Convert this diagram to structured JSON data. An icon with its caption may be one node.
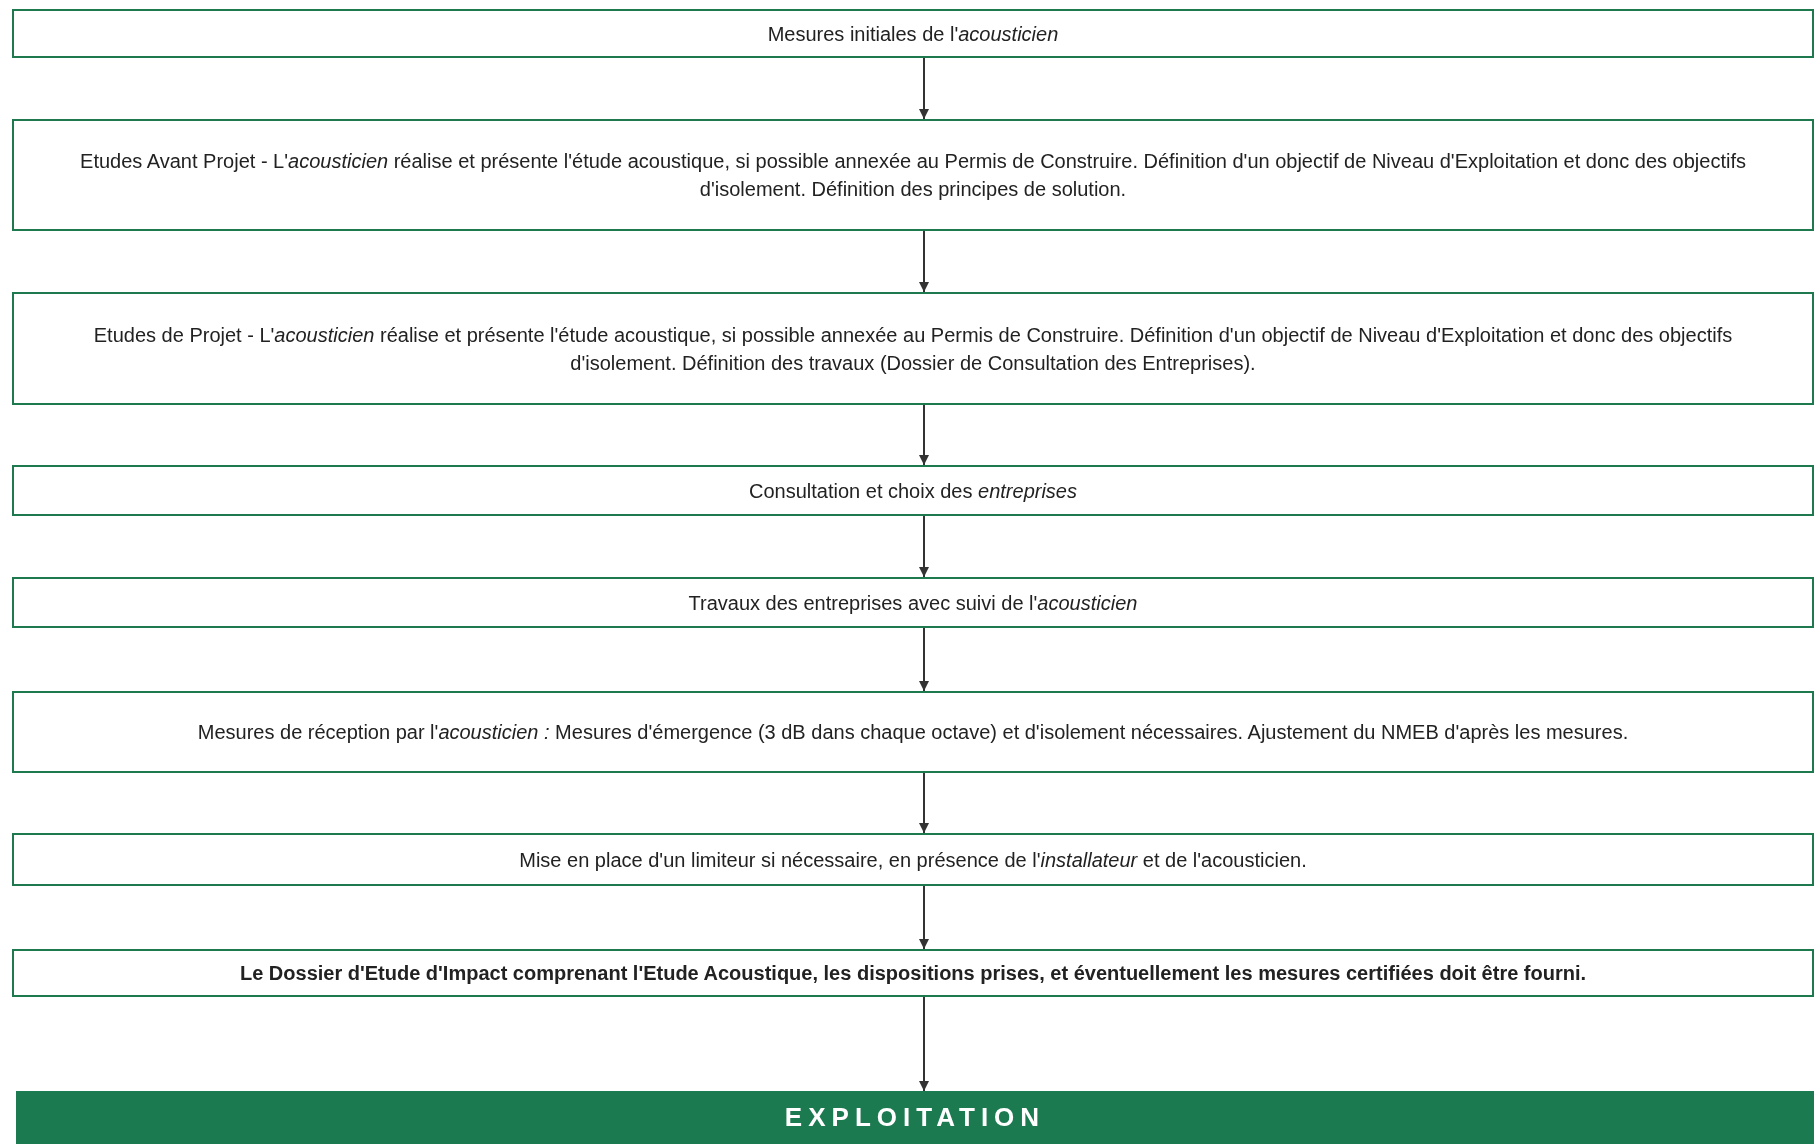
{
  "diagram": {
    "nodes": [
      {
        "text": [
          "Mesures initiales de l'*acousticien*"
        ]
      },
      {
        "text": [
          "Etudes Avant Projet - L'*acousticien* réalise et présente l'étude acoustique, si possible annexée au Permis de Construire. Définition d'un objectif de Niveau d'Exploitation et donc des objectifs d'isolement. Définition des principes de solution."
        ]
      },
      {
        "text": [
          "Etudes de Projet - L'*acousticien* réalise et présente l'étude acoustique, si possible annexée au Permis de Construire. Définition d'un objectif de Niveau d'Exploitation et donc des objectifs d'isolement. Définition des travaux (Dossier de Consultation des Entreprises)."
        ]
      },
      {
        "text": [
          "Consultation et choix des *entreprises*"
        ]
      },
      {
        "text": [
          "Travaux des entreprises avec suivi de l'*acousticien*"
        ]
      },
      {
        "text": [
          "Mesures de réception par l'*acousticien :* Mesures d'émergence (3 dB dans chaque octave) et d'isolement nécessaires. Ajustement du NMEB d'après les mesures."
        ]
      },
      {
        "text": [
          "Mise en place d'un limiteur si nécessaire, en présence de l'*installateur* et de l'acousticien."
        ]
      },
      {
        "text": [
          "Le Dossier d'Etude d'Impact comprenant l'Etude Acoustique, les dispositions prises, et éventuellement les mesures certifiées doit être fourni."
        ]
      },
      {
        "text": [
          "EXPLOITATION"
        ]
      }
    ],
    "edges": [
      {
        "from": 0,
        "to": 1,
        "arrow": "to"
      },
      {
        "from": 1,
        "to": 2,
        "arrow": "to"
      },
      {
        "from": 2,
        "to": 3,
        "arrow": "to"
      },
      {
        "from": 3,
        "to": 4,
        "arrow": "to"
      },
      {
        "from": 4,
        "to": 5,
        "arrow": "to"
      },
      {
        "from": 5,
        "to": 6,
        "arrow": "to"
      },
      {
        "from": 6,
        "to": 7,
        "arrow": "to"
      },
      {
        "from": 7,
        "to": 8,
        "arrow": "to"
      }
    ]
  }
}
